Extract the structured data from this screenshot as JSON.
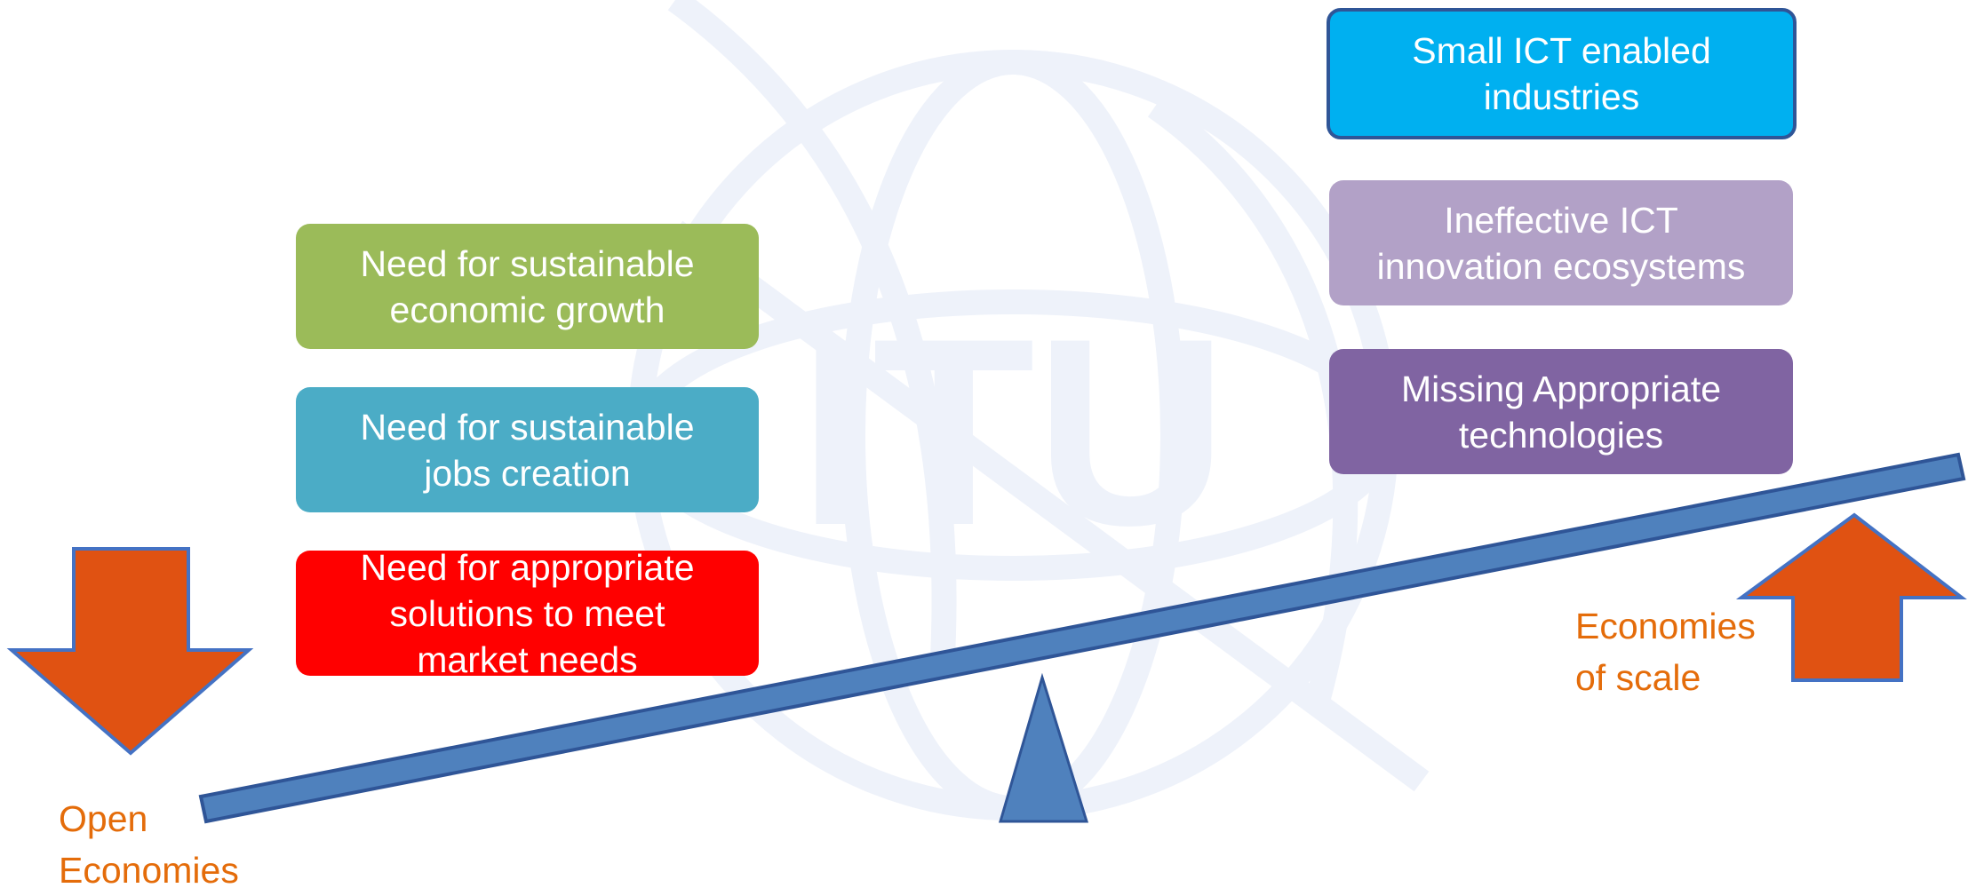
{
  "diagram": {
    "left_boxes": [
      {
        "text": "Need for sustainable\neconomic growth",
        "color": "#9bbb59"
      },
      {
        "text": "Need for sustainable\njobs creation",
        "color": "#4bacc6"
      },
      {
        "text": "Need for appropriate\nsolutions to meet\nmarket needs",
        "color": "#ff0000"
      }
    ],
    "right_boxes": [
      {
        "text": "Small ICT enabled\nindustries",
        "color": "#00b0f0"
      },
      {
        "text": "Ineffective ICT\ninnovation ecosystems",
        "color": "#b2a1c7"
      },
      {
        "text": "Missing Appropriate\ntechnologies",
        "color": "#8064a2"
      }
    ],
    "left_label": "Open\nEconomies",
    "right_label": "Economies\nof scale",
    "watermark_text": "ITU",
    "colors": {
      "arrow": "#e05212",
      "arrow_outline": "#4472c4",
      "seesaw": "#4f81bd",
      "seesaw_outline": "#2f5597",
      "label": "#e46c0a",
      "watermark": "#eef2fa"
    }
  }
}
